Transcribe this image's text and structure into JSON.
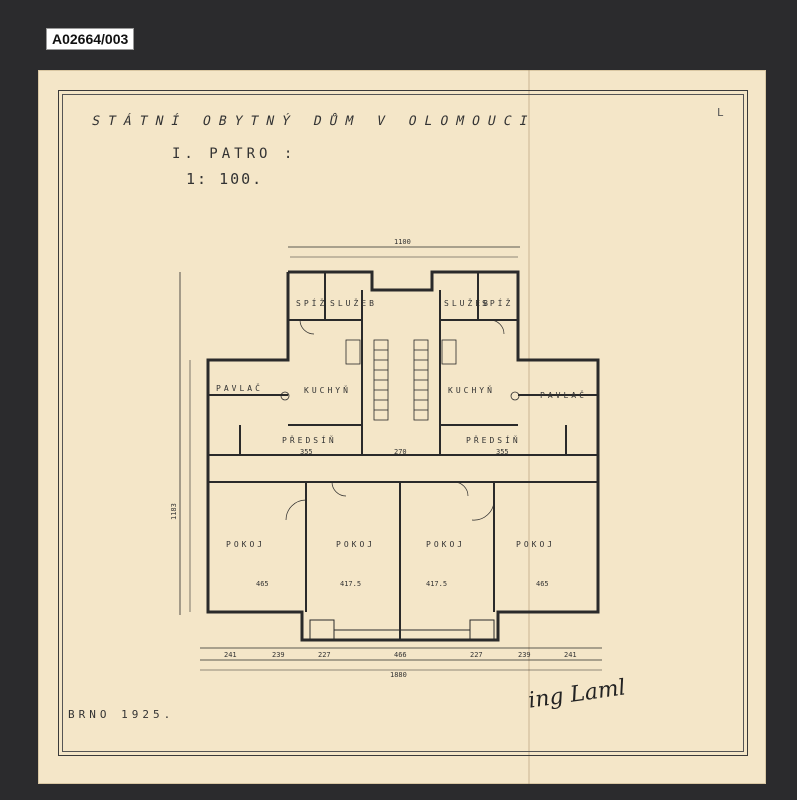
{
  "archive_id": "A02664/003",
  "title": "STÁTNÍ OBYTNÝ DŮM V OLOMOUCI",
  "floor": "I. PATRO :",
  "scale": "1: 100.",
  "place_date": "BRNO 1925.",
  "corner_mark": "L",
  "signature": "ing Laml",
  "rooms": {
    "pokoj": "POKOJ",
    "kuchyn": "KUCHYŇ",
    "predsin": "PŘEDSÍŇ",
    "pavlac": "PAVLAČ",
    "spiz": "SPÍŽ",
    "sluzeb": "SLUŽEB"
  },
  "dimensions": {
    "top_total": "1100",
    "bottom_total": "1880",
    "left_total": "1183",
    "bottom_segments": [
      "241",
      "239",
      "227",
      "466",
      "227",
      "239",
      "241"
    ],
    "room_widths": [
      "465",
      "417.5",
      "417.5",
      "465"
    ],
    "predsin": [
      "355",
      "270",
      "355"
    ]
  }
}
